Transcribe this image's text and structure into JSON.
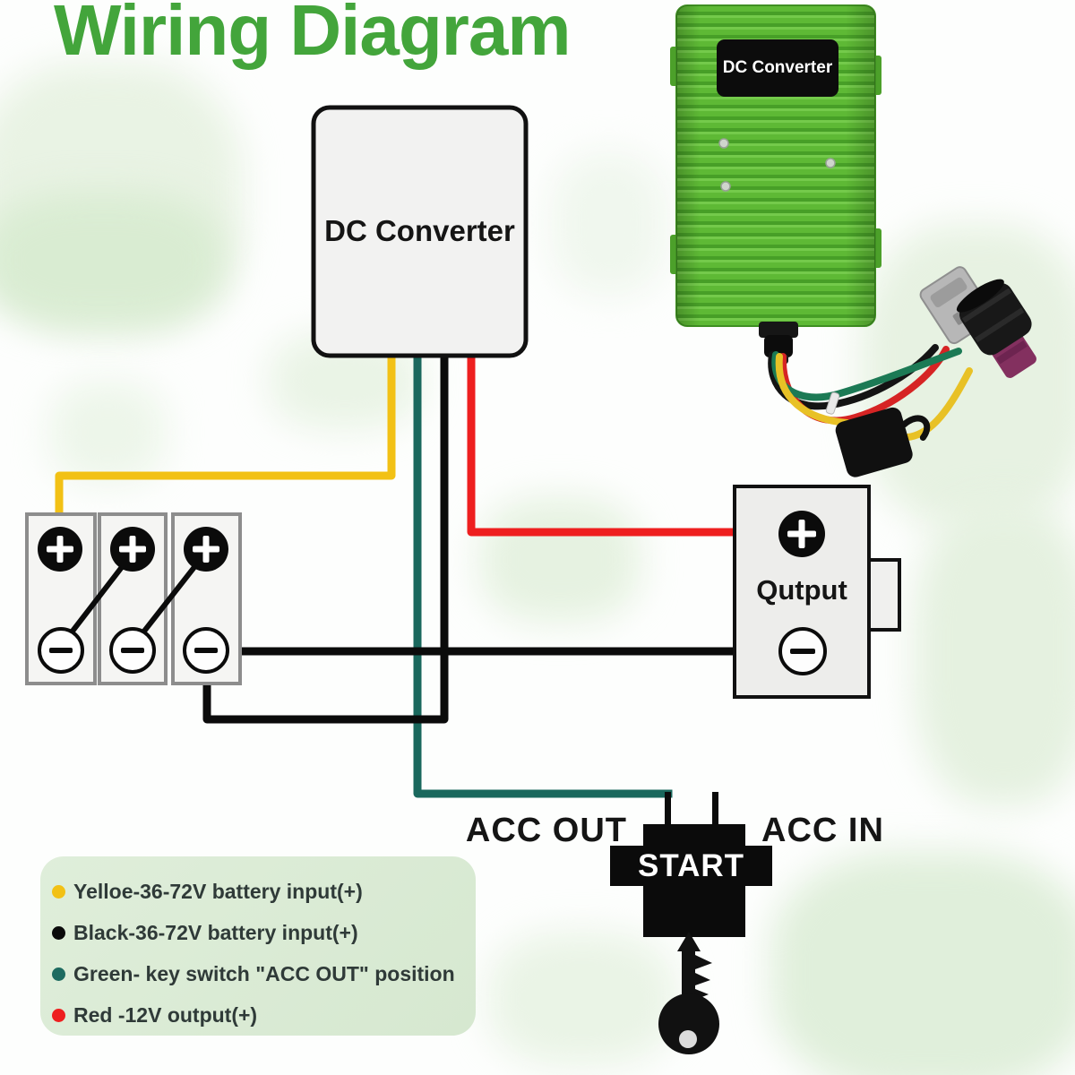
{
  "title": "Wiring Diagram",
  "product": {
    "label": "DC Converter"
  },
  "diagram": {
    "converter_label": "DC Converter",
    "output_label": "Qutput",
    "start_label": "START",
    "acc_out_label": "ACC OUT",
    "acc_in_label": "ACC IN"
  },
  "legend": {
    "items": [
      {
        "color": "#f2c115",
        "label": "Yelloe-36-72V battery input(+)"
      },
      {
        "color": "#0b0b0b",
        "label": "Black-36-72V battery input(+)"
      },
      {
        "color": "#1d6b60",
        "label": "Green- key switch \"ACC OUT\" position"
      },
      {
        "color": "#ee1f1f",
        "label": "Red -12V output(+)"
      }
    ]
  },
  "colors": {
    "title_green": "#43a53b",
    "wire_yellow": "#f2c115",
    "wire_green": "#1a685d",
    "wire_black": "#0b0b0b",
    "wire_red": "#ee1f1f",
    "product_green": "#5eb935",
    "legend_bg": "#dcead6"
  }
}
